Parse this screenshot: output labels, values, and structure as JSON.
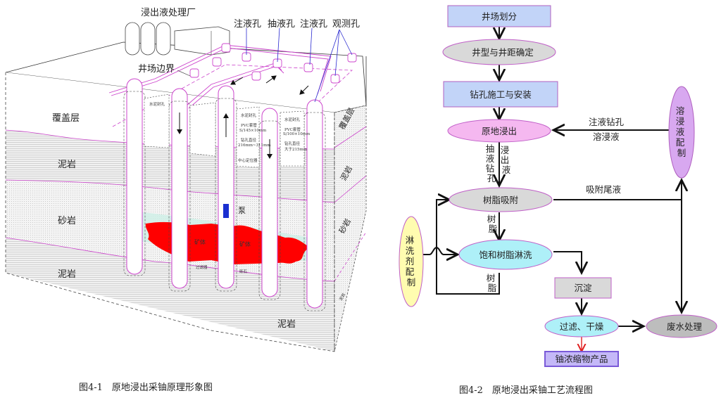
{
  "figure1": {
    "caption": "图4-1　原地浸出采铀原理形象图",
    "plant_label": "浸出液处理厂",
    "boundary_label": "井场边界",
    "hole_labels": {
      "injection_1": "注液孔",
      "extraction": "抽液孔",
      "injection_2": "注液孔",
      "observation": "观测孔"
    },
    "strata_left": [
      "覆盖层",
      "泥岩",
      "砂岩",
      "泥岩"
    ],
    "strata_right": [
      "覆盖层",
      "泥岩",
      "砂岩",
      "泥岩"
    ],
    "bottom_label": "泥岩",
    "well_callouts": {
      "cement_seal_1": "水泥封孔",
      "cement_seal_2": "水泥封孔",
      "pvc_casing_1": "PVC套管",
      "pvc_casing_1_spec": "S/145×10mm",
      "drill_dia_1": "钻孔直径",
      "drill_dia_1_spec": "216mm~311mm",
      "centralizer": "中心定位器",
      "cement_seal_3": "水泥封孔",
      "pvc_casing_2": "PVC套管",
      "pvc_casing_2_spec": "S/100×10mm",
      "drill_dia_2": "钻孔直径",
      "drill_dia_2_spec": "大于215mm"
    },
    "pump_label": "泵",
    "ore_label_1": "矿体",
    "ore_label_2": "矿体",
    "filter_label": "过滤器",
    "gravel_label": "砾石",
    "colors": {
      "ore": "#ff0000",
      "pump": "#1a2fd0",
      "well_outline": "#cc44cc",
      "aquifer_tint": "#cfeee6",
      "leader_blue": "#2a2ad0"
    }
  },
  "figure2": {
    "caption": "图4-2　原地浸出采铀工艺流程图",
    "nodes": {
      "field_division": "井场划分",
      "well_type": "井型与井距确定",
      "drilling": "钻孔施工与安装",
      "in_situ_leach": "原地浸出",
      "leach_prep": "溶浸液配制",
      "resin_adsorb": "树脂吸附",
      "eluent_prep": "淋洗剂配制",
      "resin_elution": "饱和树脂淋洗",
      "precipitation": "沉淀",
      "filter_dry": "过滤、干燥",
      "wastewater": "废水处理",
      "product": "铀浓缩物产品"
    },
    "edge_labels": {
      "inj_hole": "注液钻孔",
      "lixiviant": "溶浸液",
      "extract_hole": "抽液钻孔",
      "pregnant": "浸出液",
      "barren": "吸附尾液",
      "resin_down": "树脂",
      "resin_back": "树脂"
    },
    "colors": {
      "rect_blue": "#c2d4f8",
      "rect_border": "#b060c0",
      "ellipse_gray": "#d9d9d9",
      "ellipse_pink": "#f5b8f0",
      "ellipse_violet": "#d8a8f0",
      "ellipse_yellow": "#fffcb0",
      "ellipse_cyan": "#aef0f8",
      "ellipse_darkgray": "#bdbdbd",
      "product_fill": "#c4b8f8",
      "product_border": "#7a5ad8",
      "red_arrow": "#e02020"
    }
  }
}
